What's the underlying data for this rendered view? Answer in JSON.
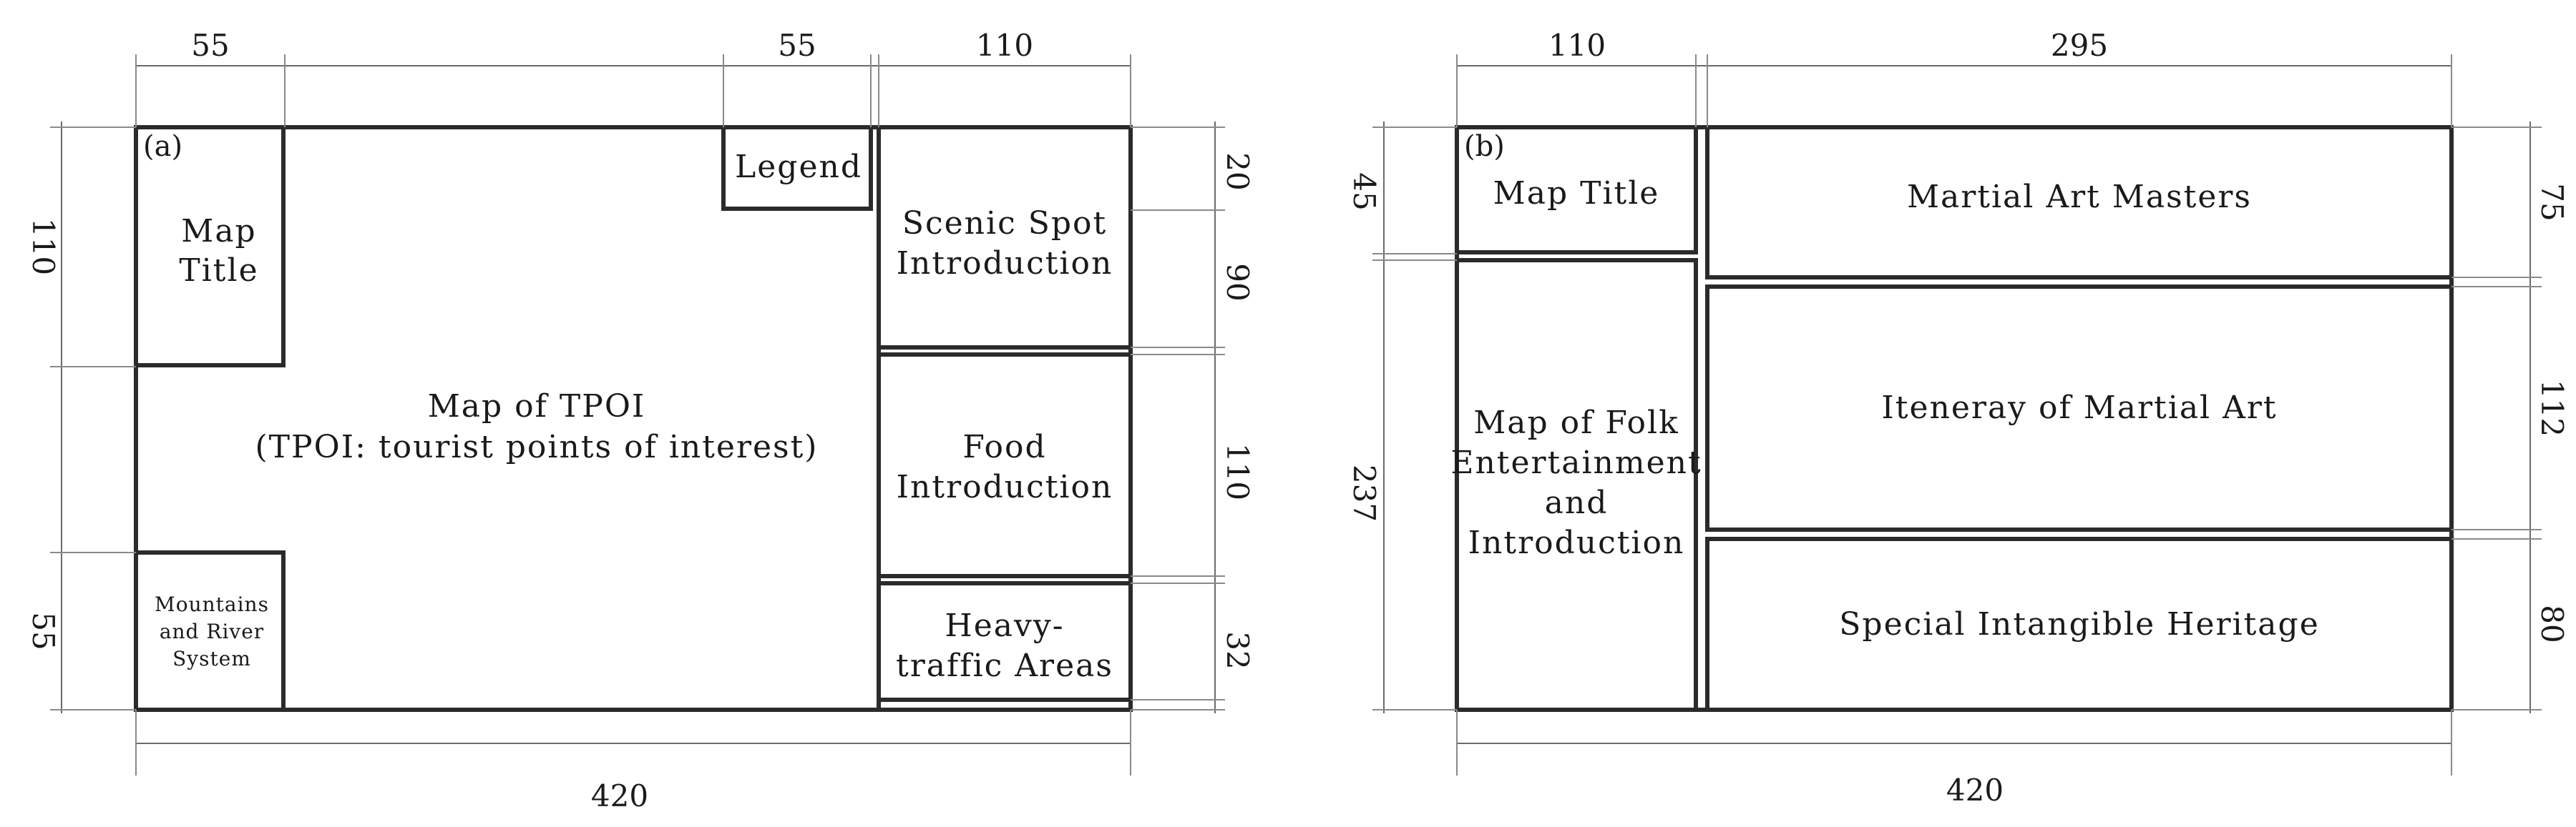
{
  "panel_a": {
    "tag": "(a)",
    "dims": {
      "top": [
        "55",
        "55",
        "110"
      ],
      "bottom": "420",
      "left": [
        "110",
        "55"
      ],
      "right": [
        "20",
        "90",
        "110",
        "32"
      ]
    },
    "regions": {
      "map_title": [
        "Map",
        "Title"
      ],
      "legend": "Legend",
      "main_map": [
        "Map of TPOI",
        "(TPOI: tourist points of interest)"
      ],
      "mountains": [
        "Mountains",
        "and River",
        "System"
      ],
      "scenic": [
        "Scenic Spot",
        "Introduction"
      ],
      "food": [
        "Food",
        "Introduction"
      ],
      "traffic": [
        "Heavy-",
        "traffic Areas"
      ]
    }
  },
  "panel_b": {
    "tag": "(b)",
    "dims": {
      "top": [
        "110",
        "295"
      ],
      "bottom": "420",
      "left": [
        "45",
        "237"
      ],
      "right": [
        "75",
        "112",
        "80"
      ]
    },
    "regions": {
      "map_title": "Map Title",
      "folk": [
        "Map of Folk",
        "Entertainment",
        "and",
        "Introduction"
      ],
      "masters": "Martial Art Masters",
      "itinerary": "Iteneray of Martial Art",
      "heritage": "Special Intangible Heritage"
    }
  }
}
